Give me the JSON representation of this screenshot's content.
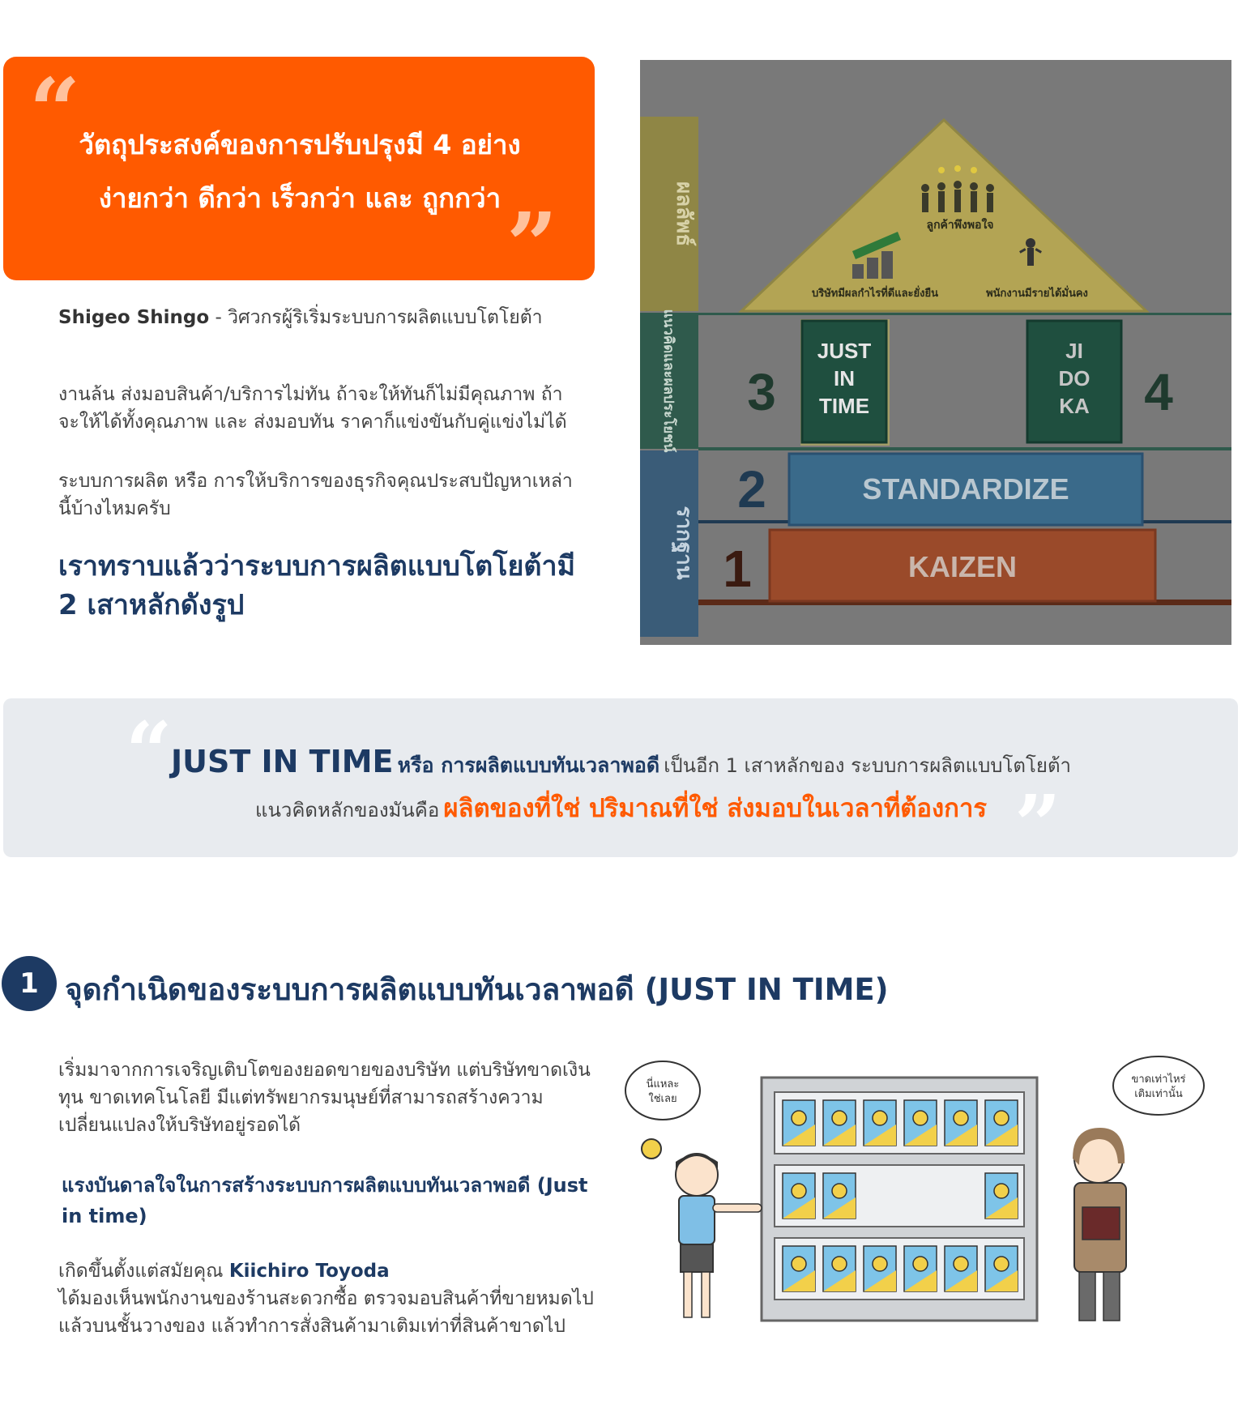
{
  "quote": {
    "open_mark": "“",
    "close_mark": "”",
    "line_1": "วัตถุประสงค์ของการปรับปรุงมี 4 อย่าง",
    "line_2": "ง่ายกว่า ดีกว่า เร็วกว่า และ ถูกกว่า"
  },
  "author": {
    "name": "Shigeo Shingo",
    "separator": " - ",
    "role": "วิศวกรผู้ริเริ่มระบบการผลิตแบบโตโยต้า"
  },
  "intro": {
    "para_1": "งานล้น ส่งมอบสินค้า/บริการไม่ทัน ถ้าจะให้ทันก็ไม่มีคุณภาพ ถ้าจะให้ได้ทั้งคุณภาพ และ ส่งมอบทัน ราคาก็แข่งขันกับคู่แข่งไม่ได้",
    "para_2": "ระบบการผลิต หรือ การให้บริการของธุรกิจคุณประสบปัญหาเหล่านี้บ้างไหมครับ",
    "highlight": "เราทราบแล้วว่าระบบการผลิตแบบโตโยต้ามี 2 เสาหลักดังรูป"
  },
  "diagram": {
    "side_labels": [
      "ผลลัพธ์",
      "แนวคิดและผลประโยชน์",
      "รากฐาน"
    ],
    "roof_top_caption": "ลูกค้าพึงพอใจ",
    "roof_left_caption": "บริษัทมีผลกำไรที่ดีและยั่งยืน",
    "roof_right_caption": "พนักงานมีรายได้มั่นคง",
    "pillar_left": [
      "JUST",
      "IN",
      "TIME"
    ],
    "pillar_right": [
      "JI",
      "DO",
      "KA"
    ],
    "num_1": "1",
    "num_2": "2",
    "num_3": "3",
    "num_4": "4",
    "layer_2": "STANDARDIZE",
    "layer_1": "KAIZEN",
    "colors": {
      "roof": "#b3a454",
      "pillar": "#1f4f3f",
      "standardize": "#3a6a8a",
      "kaizen": "#9a4a2a",
      "highlight_glow": "#f4e24a"
    }
  },
  "jit": {
    "open_mark": "“",
    "close_mark": "”",
    "title": "JUST IN TIME",
    "or_text": "หรือ การผลิตแบบทันเวลาพอดี",
    "rest": "เป็นอีก 1 เสาหลักของ ระบบการผลิตแบบโตโยต้า",
    "concept": "แนวคิดหลักของมันคือ",
    "emphasis": "ผลิตของที่ใช่ ปริมาณที่ใช่ ส่งมอบในเวลาที่ต้องการ"
  },
  "section_1": {
    "number": "1",
    "title": "จุดกำเนิดของระบบการผลิตแบบทันเวลาพอดี (JUST IN TIME)",
    "para_1": "เริ่มมาจากการเจริญเติบโตของยอดขายของบริษัท แต่บริษัทขาดเงินทุน ขาดเทคโนโลยี มีแต่ทรัพยากรมนุษย์ที่สามารถสร้างความเปลี่ยนแปลงให้บริษัทอยู่รอดได้",
    "sub_heading": "แรงบันดาลใจในการสร้างระบบการผลิตแบบทันเวลาพอดี (Just in time)",
    "para_2_prefix": "เกิดขึ้นตั้งแต่สมัยคุณ ",
    "para_2_name": "Kiichiro Toyoda",
    "para_2_rest": "ได้มองเห็นพนักงานของร้านสะดวกซื้อ ตรวจมอบสินค้าที่ขายหมดไปแล้วบนชั้นวางของ แล้วทำการสั่งสินค้ามาเติมเท่าที่สินค้าขาดไป",
    "bubble_left": [
      "นี่แหละ",
      "ใช่เลย"
    ],
    "bubble_right": [
      "ขาดเท่าไหร่",
      "เติมเท่านั้น"
    ]
  }
}
